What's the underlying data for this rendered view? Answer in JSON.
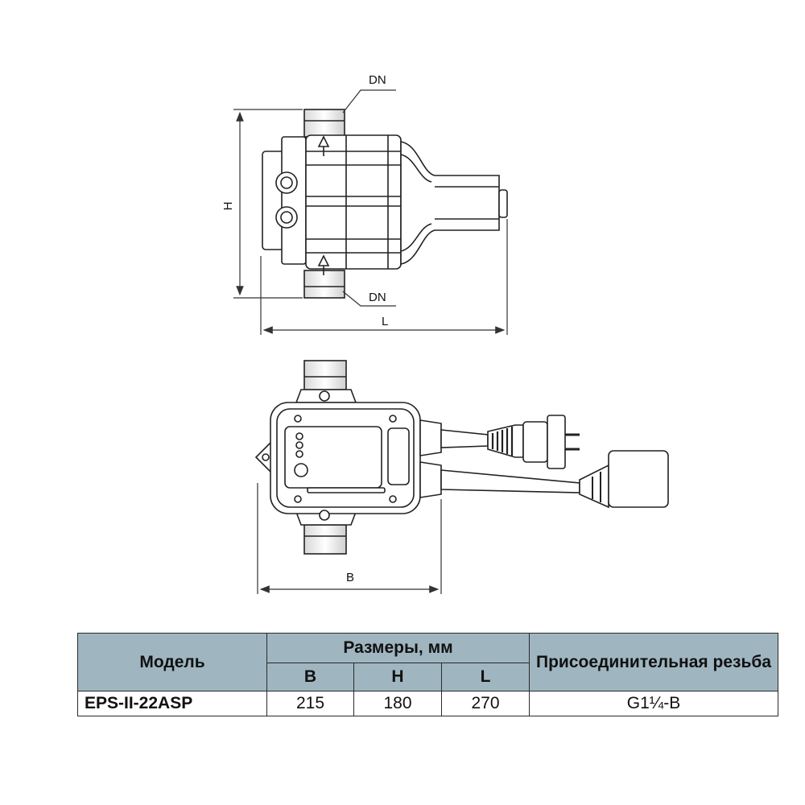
{
  "drawing": {
    "label_dn": "DN",
    "label_h": "H",
    "label_l": "L",
    "label_b": "B"
  },
  "table": {
    "col_model": "Модель",
    "col_dimensions": "Размеры, мм",
    "col_thread": "Присоединительная резьба",
    "sub_b": "B",
    "sub_h": "H",
    "sub_l": "L",
    "rows": [
      {
        "model": "EPS-II-22ASP",
        "b": "215",
        "h": "180",
        "l": "270",
        "thread": "G1¼-B"
      }
    ]
  }
}
